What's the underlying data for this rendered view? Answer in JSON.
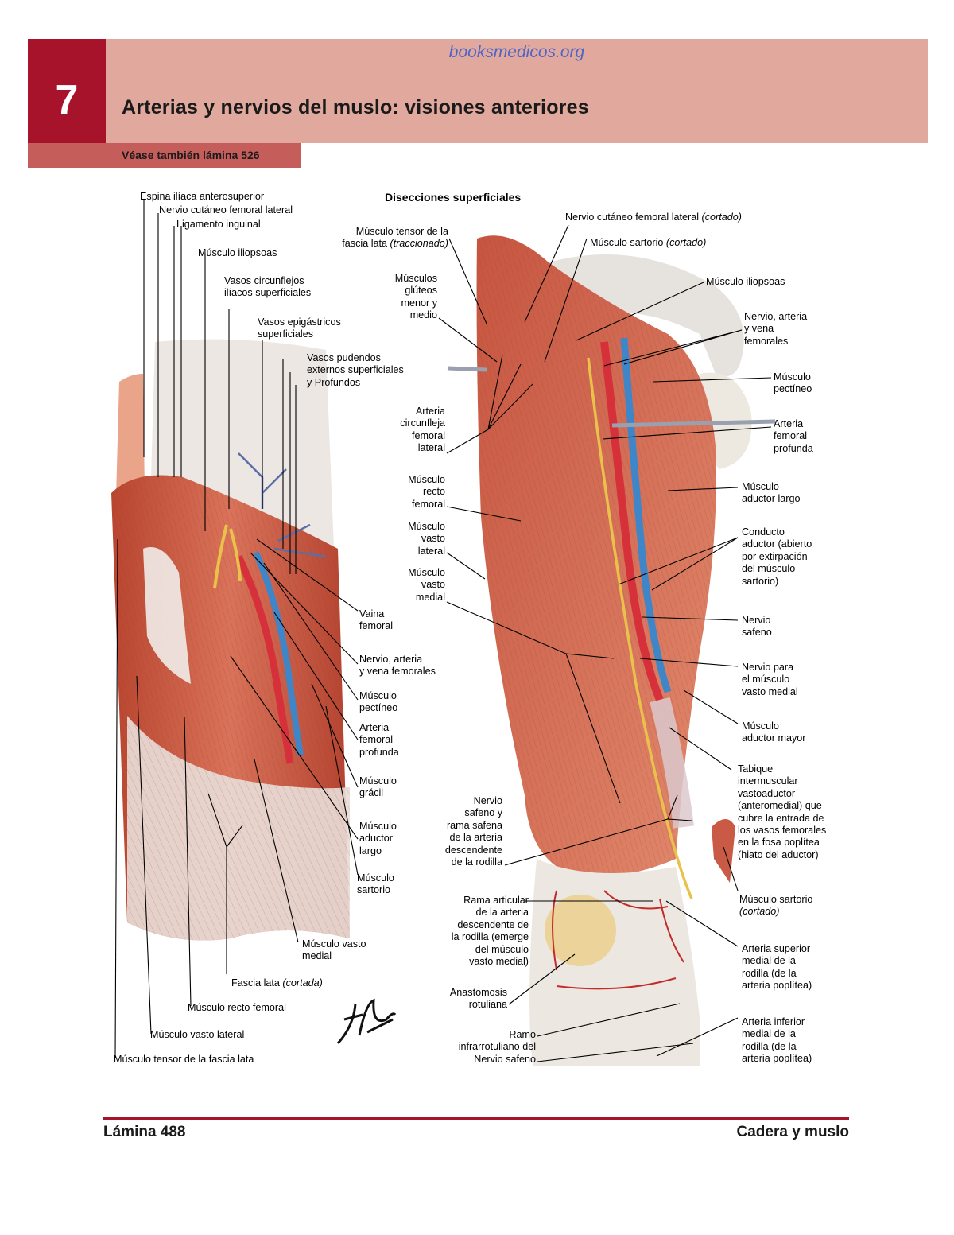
{
  "header": {
    "chapter_number": "7",
    "watermark": "booksmedicos.org",
    "title": "Arterias y nervios del muslo: visiones anteriores",
    "see_also": "Véase también lámina 526"
  },
  "left_figure": {
    "labels": {
      "espina": "Espina ilíaca anterosuperior",
      "nervio_cutaneo": "Nervio cutáneo femoral lateral",
      "ligamento": "Ligamento inguinal",
      "iliopsoas": "Músculo iliopsoas",
      "circunflejos": [
        "Vasos circunflejos",
        "ilíacos superficiales"
      ],
      "epigastricos": [
        "Vasos epigástricos",
        "superficiales"
      ],
      "pudendos": [
        "Vasos pudendos",
        "externos superficiales",
        "y Profundos"
      ],
      "vaina": [
        "Vaina",
        "femoral"
      ],
      "nervio_arteria": [
        "Nervio, arteria",
        "y vena femorales"
      ],
      "pectineo": [
        "Músculo",
        "pectíneo"
      ],
      "arteria_profunda": [
        "Arteria",
        "femoral",
        "profunda"
      ],
      "gracil": [
        "Músculo",
        "grácil"
      ],
      "aductor_largo": [
        "Músculo",
        "aductor",
        "largo"
      ],
      "sartorio": [
        "Músculo",
        "sartorio"
      ],
      "vasto_medial": [
        "Músculo vasto",
        "medial"
      ],
      "fascia_lata": "Fascia lata",
      "fascia_lata_note": "(cortada)",
      "recto_femoral": "Músculo recto femoral",
      "vasto_lateral": "Músculo vasto lateral",
      "tensor": "Músculo tensor de la fascia lata"
    }
  },
  "right_figure": {
    "heading": "Disecciones superficiales",
    "labels": {
      "tensor": "Músculo tensor de la",
      "tensor_2": "fascia lata",
      "tensor_note": "(traccionado)",
      "gluteos": [
        "Músculos",
        "glúteos",
        "menor y",
        "medio"
      ],
      "circunfleja": [
        "Arteria",
        "circunfleja",
        "femoral",
        "lateral"
      ],
      "recto": [
        "Músculo",
        "recto",
        "femoral"
      ],
      "vasto_lateral": [
        "Músculo",
        "vasto",
        "lateral"
      ],
      "vasto_medial": [
        "Músculo",
        "vasto",
        "medial"
      ],
      "nervio_safeno_rama": [
        "Nervio",
        "safeno y",
        "rama safena",
        "de la arteria",
        "descendente",
        "de la rodilla"
      ],
      "rama_articular": [
        "Rama articular",
        "de la arteria",
        "descendente de",
        "la rodilla (emerge",
        "del músculo",
        "vasto medial)"
      ],
      "anastomosis": [
        "Anastomosis",
        "rotuliana"
      ],
      "ramo": [
        "Ramo",
        "infrarrotuliano del",
        "Nervio safeno"
      ],
      "nervio_cutaneo": "Nervio cutáneo femoral lateral",
      "nervio_cutaneo_note": "(cortado)",
      "sartorio_cortado": "Músculo sartorio",
      "sartorio_cortado_note": "(cortado)",
      "iliopsoas": "Músculo iliopsoas",
      "femorales": [
        "Nervio, arteria",
        "y vena",
        "femorales"
      ],
      "pectineo": [
        "Músculo",
        "pectíneo"
      ],
      "profunda": [
        "Arteria",
        "femoral",
        "profunda"
      ],
      "aductor_largo": [
        "Músculo",
        "aductor largo"
      ],
      "conducto": [
        "Conducto",
        "aductor (abierto",
        "por extirpación",
        "del músculo",
        "sartorio)"
      ],
      "safeno": [
        "Nervio",
        "safeno"
      ],
      "nervio_vasto": [
        "Nervio para",
        "el músculo",
        "vasto medial"
      ],
      "aductor_mayor": [
        "Músculo",
        "aductor mayor"
      ],
      "tabique": [
        "Tabique",
        "intermuscular",
        "vastoaductor",
        "(anteromedial) que",
        "cubre la entrada de",
        "los vasos femorales",
        "en la fosa poplítea",
        "(hiato del aductor)"
      ],
      "sartorio_inf": "Músculo sartorio",
      "sartorio_inf_note": "(cortado)",
      "superior_medial": [
        "Arteria superior",
        "medial de la",
        "rodilla (de la",
        "arteria poplítea)"
      ],
      "inferior_medial": [
        "Arteria inferior",
        "medial de la",
        "rodilla (de la",
        "arteria poplítea)"
      ]
    }
  },
  "signature": "F. Netter",
  "footer": {
    "left": "Lámina 488",
    "right": "Cadera y muslo"
  },
  "colors": {
    "chapter_red": "#a8132c",
    "header_pink": "#e1a99e",
    "see_also_bar": "#c55e5a",
    "watermark_blue": "#4f64c8",
    "muscle": "#c95a45",
    "artery": "#d6303a",
    "vein": "#3f86c8",
    "nerve": "#e8c24a",
    "fascia": "#e6dcd8"
  }
}
